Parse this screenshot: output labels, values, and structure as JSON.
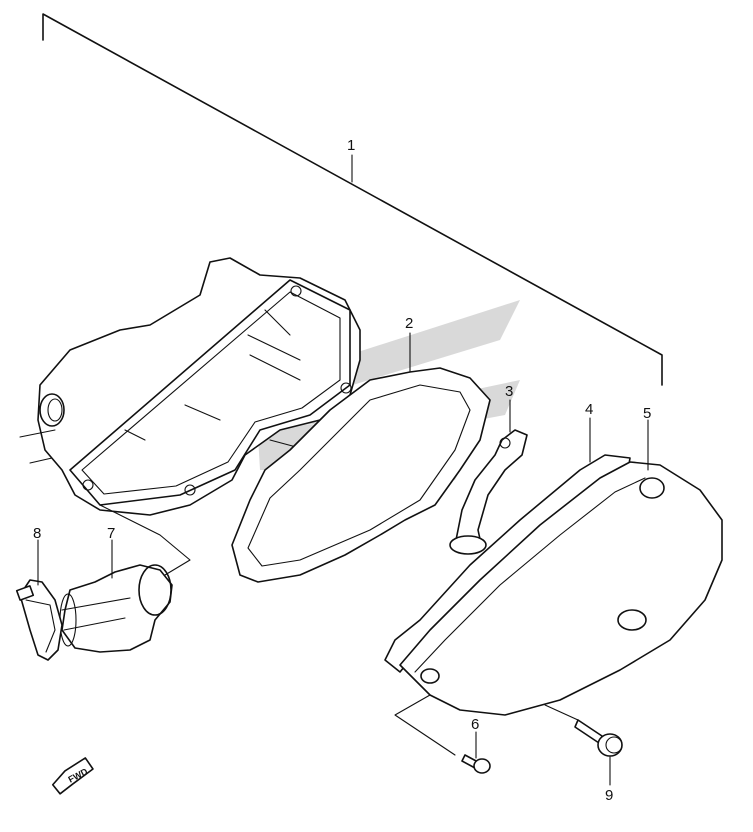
{
  "callouts": [
    {
      "id": "1",
      "label": "1"
    },
    {
      "id": "2",
      "label": "2"
    },
    {
      "id": "3",
      "label": "3"
    },
    {
      "id": "4",
      "label": "4"
    },
    {
      "id": "5",
      "label": "5"
    },
    {
      "id": "6",
      "label": "6"
    },
    {
      "id": "7",
      "label": "7"
    },
    {
      "id": "8",
      "label": "8"
    },
    {
      "id": "9",
      "label": "9"
    }
  ],
  "fwd_badge": {
    "label": "FWD",
    "icon": "forward-arrow-icon"
  },
  "watermark": {
    "icon": "brand-logo-watermark",
    "color": "#b9b9b9"
  }
}
